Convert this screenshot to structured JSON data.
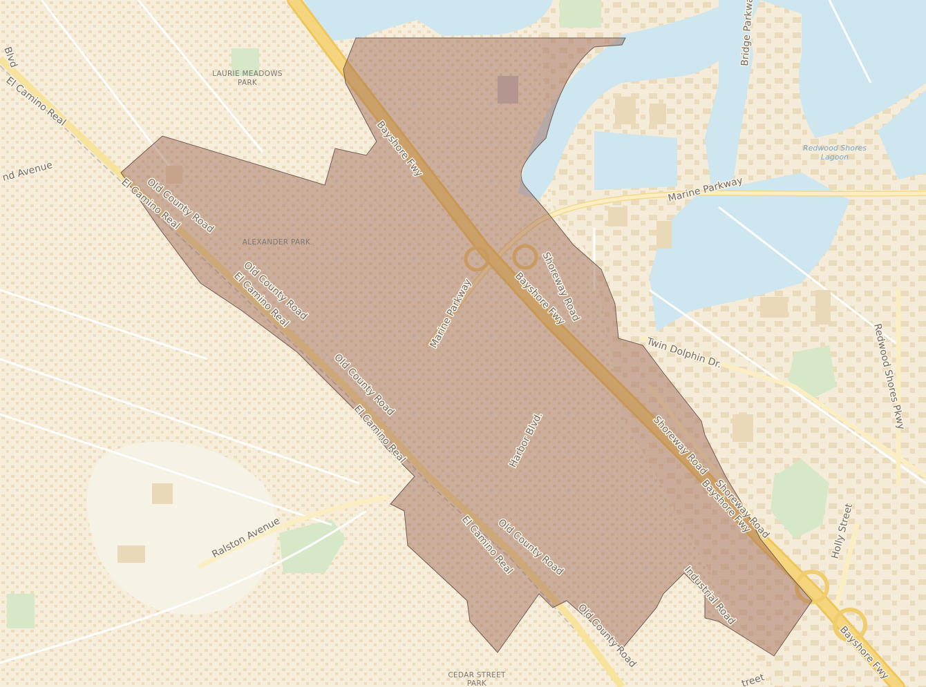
{
  "map": {
    "colors": {
      "land": "#f6f0e2",
      "residential": "#efe3c8",
      "water": "#cde6ef",
      "park": "#d6e8c8",
      "freeway": "#f3cf70",
      "major_road": "#faedb8",
      "minor_road": "#ffffff",
      "rail": "#c7c2bc",
      "district_fill": "#9a5f4f",
      "district_outline": "#6e5a55"
    },
    "labels": {
      "bayshore_1": "Bayshore Fwy",
      "bayshore_2": "Bayshore Fwy",
      "bayshore_3": "Bayshore Fwy",
      "bayshore_4": "Bayshore Fwy",
      "el_camino_1": "El Camino Real",
      "el_camino_2": "El Camino Real",
      "el_camino_3": "El Camino Real",
      "el_camino_4": "El Camino Real",
      "el_camino_5": "El Camino Real",
      "old_county_1": "Old County Road",
      "old_county_2": "Old County Road",
      "old_county_3": "Old County Road",
      "old_county_4": "Old County Road",
      "old_county_5": "Old County Road",
      "marine_parkway_1": "Marine Parkway",
      "marine_parkway_2": "Marine Parkway",
      "shoreway_1": "Shoreway Road",
      "shoreway_2": "Shoreway Road",
      "shoreway_3": "Shoreway Road",
      "twin_dolphin": "Twin Dolphin Dr.",
      "harbor": "Harbor Blvd.",
      "industrial": "Industrial Road",
      "ralston": "Ralston Avenue",
      "holly": "Holly Street",
      "redwood_shores_pkwy": "Redwood Shores Pkwy",
      "bridge_parkway": "Bridge Parkway",
      "edge_avenue": "nd Avenue",
      "edge_blvd": "Blvd",
      "edge_street": "treet",
      "laurie_meadows_1": "LAURIE MEADOWS",
      "laurie_meadows_2": "PARK",
      "alexander_park": "ALEXANDER PARK",
      "cedar_street_1": "CEDAR STREET",
      "cedar_street_2": "PARK",
      "lagoon_1": "Redwood Shores",
      "lagoon_2": "Lagoon"
    }
  }
}
